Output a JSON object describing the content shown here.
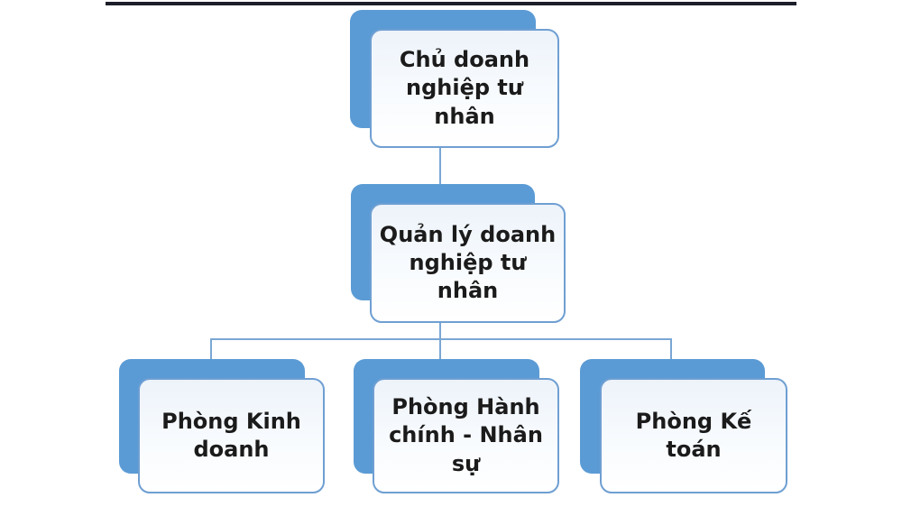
{
  "colors": {
    "node_shadow_blue": "#5b9bd5",
    "node_border_blue": "#6f9fd2",
    "node_fill_top": "#edf3fa",
    "node_fill_bottom": "#ffffff",
    "connector_blue": "#7aa7d4",
    "top_line_dark": "#1c1f29",
    "text": "#1b1b1b",
    "background": "#ffffff"
  },
  "nodes": [
    {
      "id": "owner",
      "label": "Chủ doanh\nnghiệp tư\nnhân"
    },
    {
      "id": "manager",
      "label": "Quản lý doanh\nnghiệp tư\nnhân"
    },
    {
      "id": "sales",
      "label": "Phòng Kinh\ndoanh"
    },
    {
      "id": "admin-hr",
      "label": "Phòng Hành\nchính - Nhân\nsự"
    },
    {
      "id": "accounting",
      "label": "Phòng Kế toán"
    }
  ],
  "edges": [
    {
      "from": "owner",
      "to": "manager"
    },
    {
      "from": "manager",
      "to": "sales"
    },
    {
      "from": "manager",
      "to": "admin-hr"
    },
    {
      "from": "manager",
      "to": "accounting"
    }
  ]
}
